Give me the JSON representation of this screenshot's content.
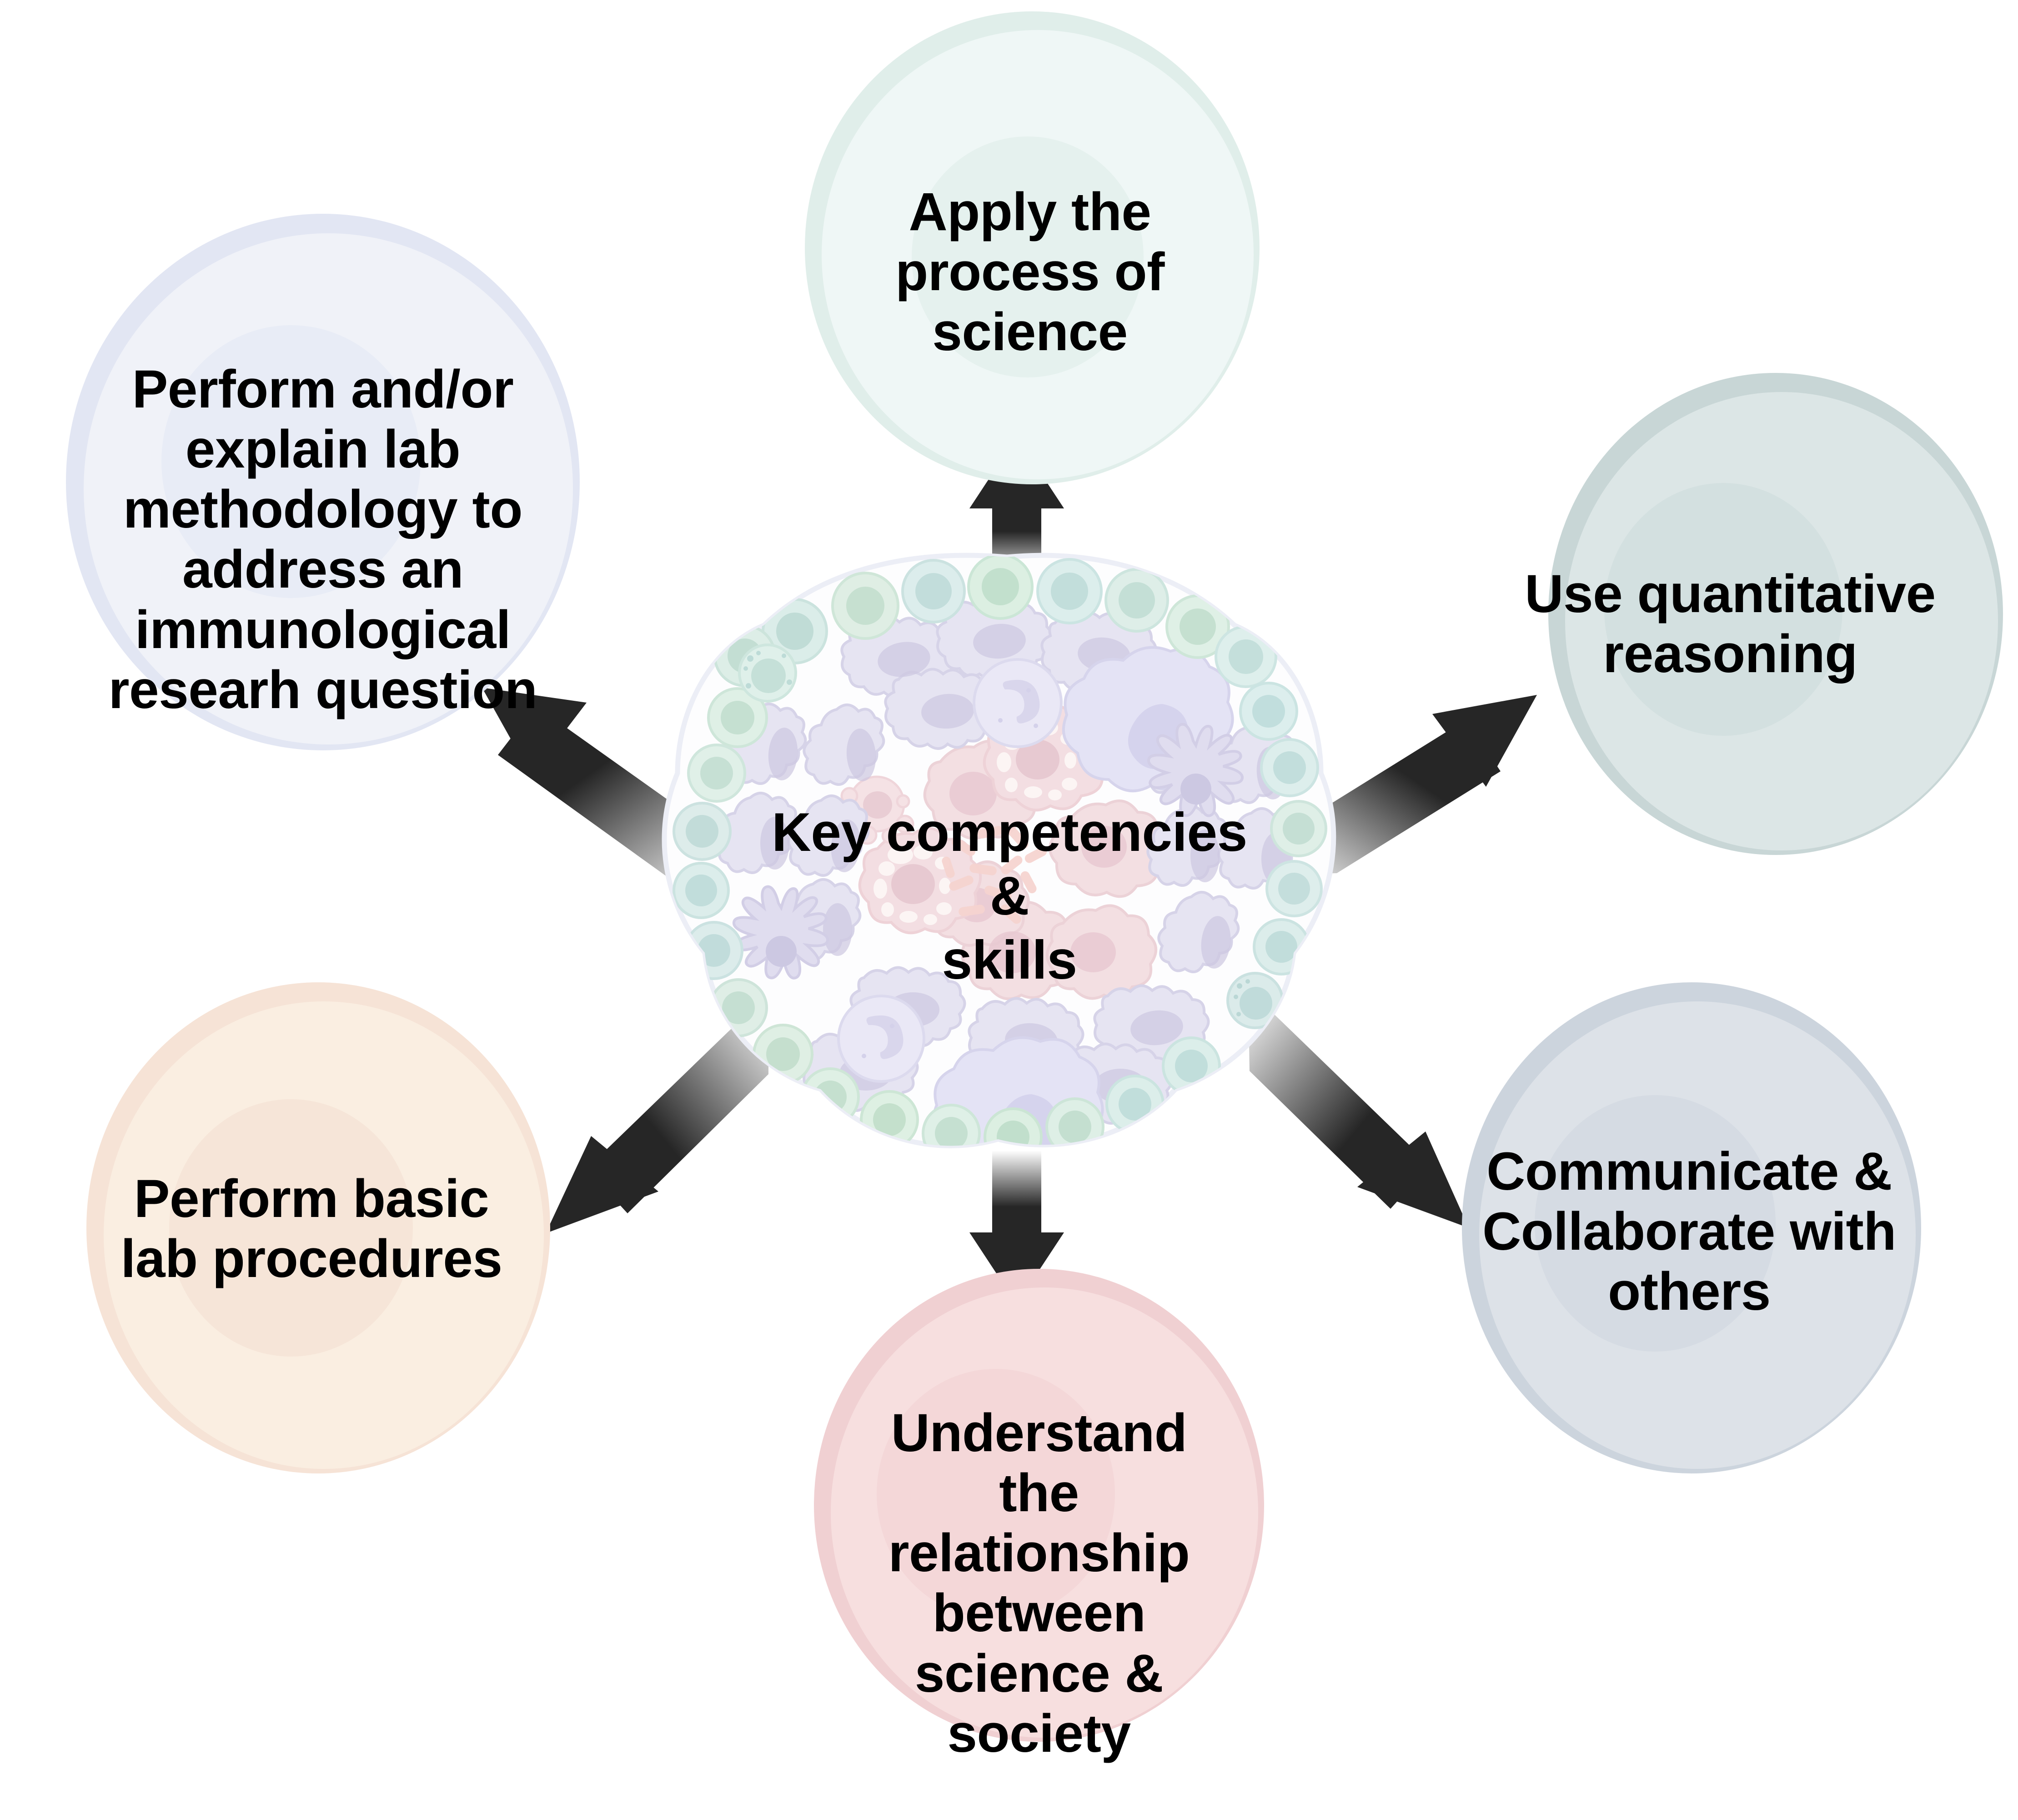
{
  "diagram": {
    "title": "Key competencies and skills radial diagram",
    "center": {
      "label": "Key competencies\n&\nskills",
      "line1": "Key competencies",
      "line2": "&",
      "line3": "skills",
      "illustration": "immune-cell-cluster",
      "illustration_description": "lymph node cluster with lymphocytes, macrophages, dendritic cells and bacteria"
    },
    "background_color": "#ffffff",
    "arrow_color": "#262626",
    "text_color": "#000000",
    "bubbles": [
      {
        "id": "lab-methodology",
        "label": "Perform and/or\nexplain lab\nmethodology to\naddress an\nimmunological\nresearh question",
        "position": "top-left",
        "fill": "#f0f2f8",
        "border": "#e2e6f3",
        "inner_fill": "#e8ecf6"
      },
      {
        "id": "process-of-science",
        "label": "Apply the\nprocess of\nscience",
        "position": "top",
        "fill": "#eff7f6",
        "border": "#e0eeea",
        "inner_fill": "#e5f1ee"
      },
      {
        "id": "quantitative-reasoning",
        "label": "Use quantitative\nreasoning",
        "position": "right-top",
        "fill": "#dce6e6",
        "border": "#c8d6d6",
        "inner_fill": "#d3e0e0"
      },
      {
        "id": "communicate-collaborate",
        "label": "Communicate &\nCollaborate with\nothers",
        "position": "right-bottom",
        "fill": "#dde2e8",
        "border": "#ccd4dd",
        "inner_fill": "#d5dbe3"
      },
      {
        "id": "science-society",
        "label": "Understand the\nrelationship\nbetween\nscience  &\nsociety",
        "position": "bottom",
        "fill": "#f7dfdf",
        "border": "#f0d0d2",
        "inner_fill": "#f4d7d8"
      },
      {
        "id": "basic-lab-procedures",
        "label": "Perform basic\nlab procedures",
        "position": "bottom-left",
        "fill": "#faeee1",
        "border": "#f6e3d6",
        "inner_fill": "#f6e5d8"
      }
    ],
    "arrows": [
      {
        "id": "arrow-to-lab-methodology",
        "from": "center",
        "to": "lab-methodology"
      },
      {
        "id": "arrow-to-process-of-science",
        "from": "center",
        "to": "process-of-science"
      },
      {
        "id": "arrow-to-quantitative-reasoning",
        "from": "center",
        "to": "quantitative-reasoning"
      },
      {
        "id": "arrow-to-communicate",
        "from": "center",
        "to": "communicate-collaborate"
      },
      {
        "id": "arrow-to-science-society",
        "from": "center",
        "to": "science-society"
      },
      {
        "id": "arrow-to-basic-lab",
        "from": "center",
        "to": "basic-lab-procedures"
      }
    ]
  }
}
